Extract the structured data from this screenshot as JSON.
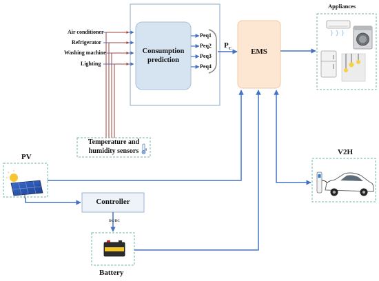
{
  "appliances_title": "Appliances",
  "inputs": [
    "Air conditioner",
    "Refrigerator",
    "Washing machine",
    "Lighting"
  ],
  "consumption_prediction": {
    "line1": "Consumption",
    "line2": "prediction"
  },
  "peq": [
    "Peq1",
    "Peq2",
    "Peq3",
    "Peq4"
  ],
  "pc": {
    "base": "P",
    "sub": "C"
  },
  "ems": "EMS",
  "sensors": {
    "line1": "Temperature and",
    "line2": "humidity sensors"
  },
  "pv": "PV",
  "v2h": "V2H",
  "controller": "Controller",
  "dcdc": "DC/DC",
  "battery": "Battery",
  "colors": {
    "arrow_blue": "#4472c4",
    "sensor_red": "#a0413b",
    "dashed_border": "#6fb5a7",
    "prediction_fill": "#d6e4f2",
    "ems_fill": "#fde6d2",
    "controller_fill": "#eef3fa"
  }
}
